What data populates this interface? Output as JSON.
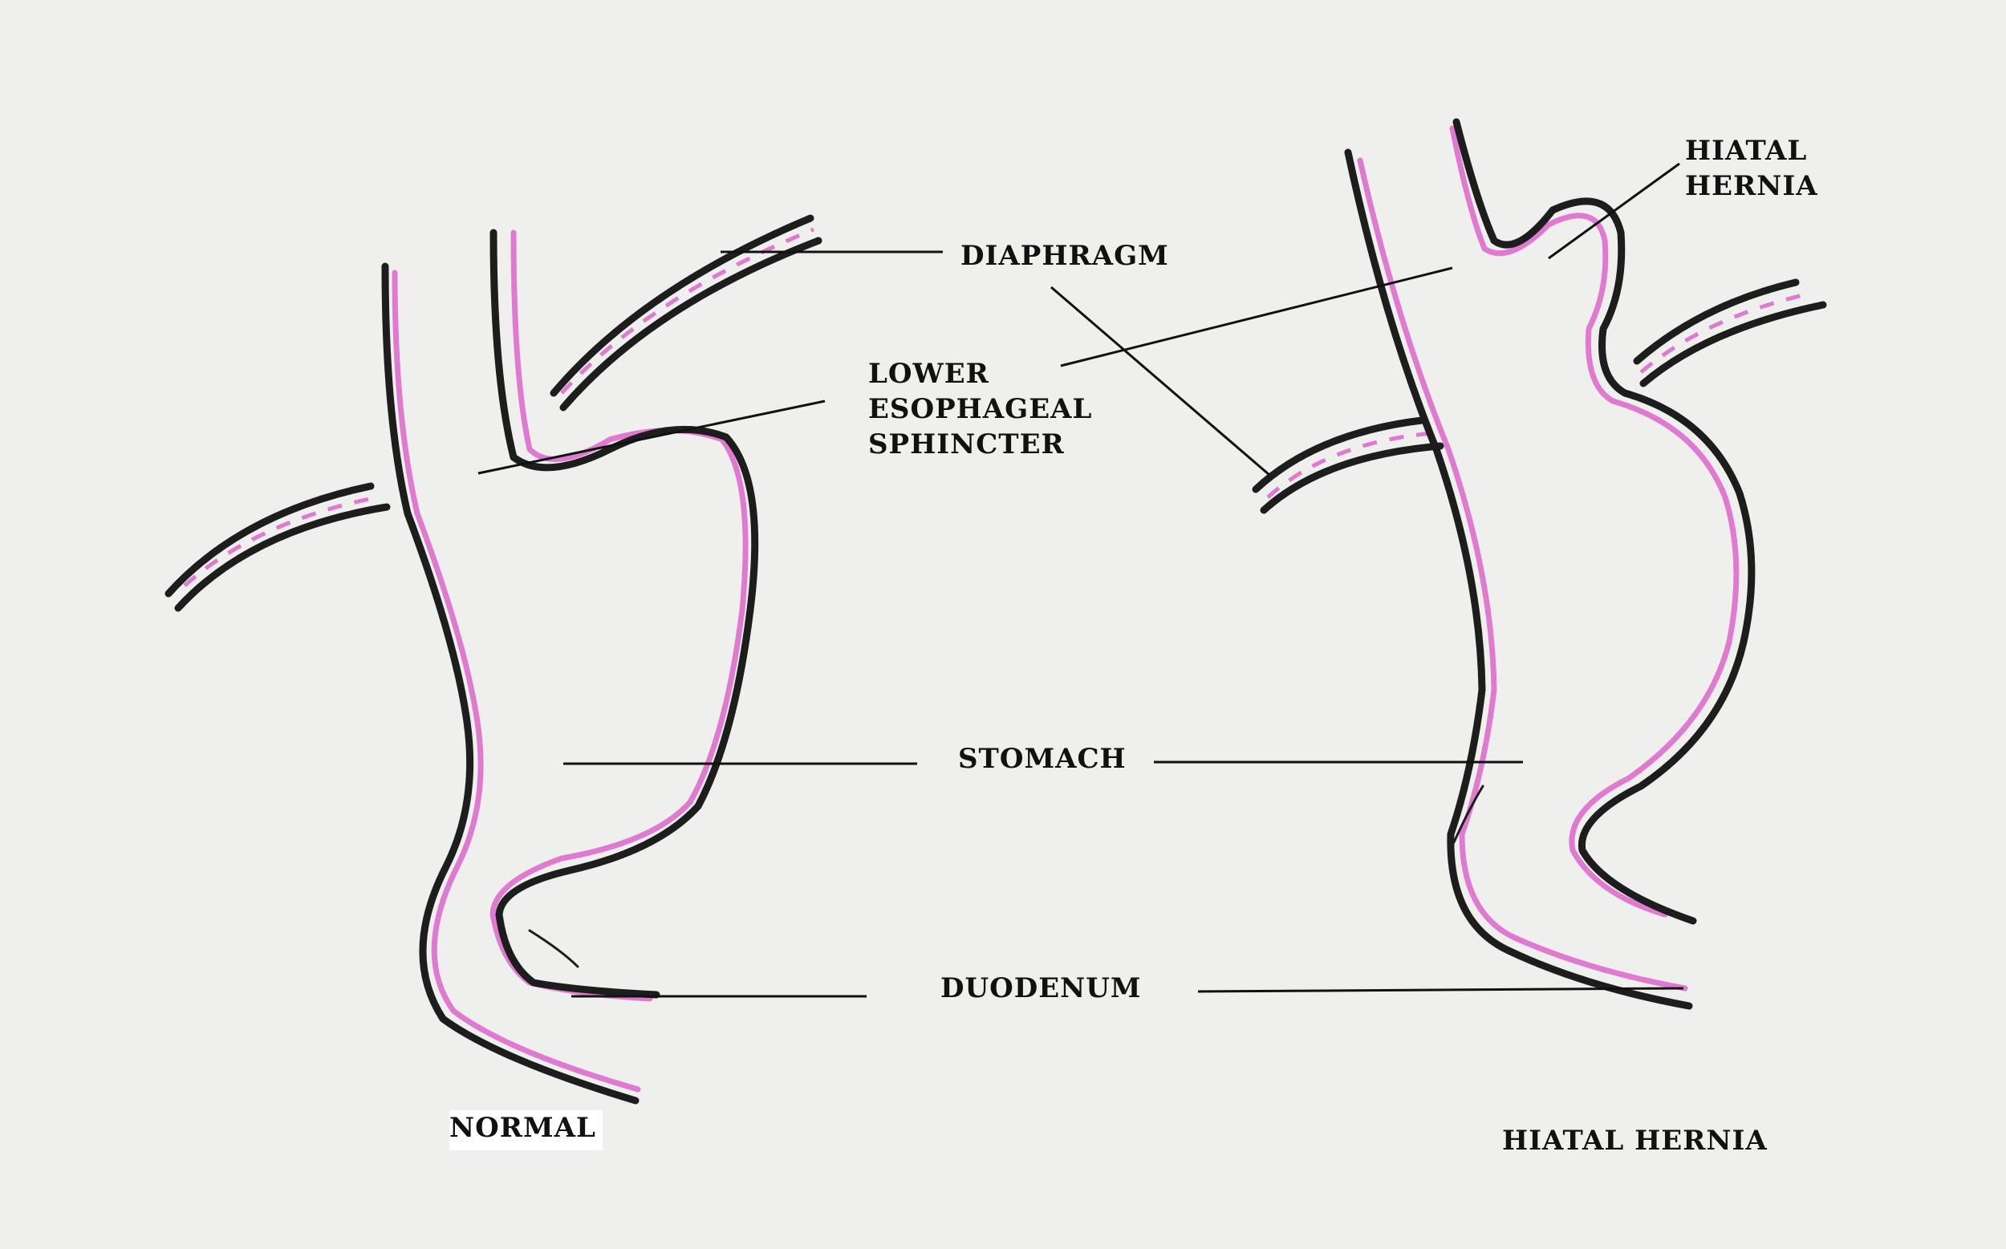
{
  "labels": {
    "diaphragm": "DIAPHRAGM",
    "les_line1": "LOWER",
    "les_line2": "ESOPHAGEAL",
    "les_line3": "SPHINCTER",
    "stomach": "STOMACH",
    "duodenum": "DUODENUM",
    "hiatal_top_line1": "HIATAL",
    "hiatal_top_line2": "HERNIA"
  },
  "captions": {
    "normal": "NORMAL",
    "hiatal": "HIATAL HERNIA"
  },
  "colors": {
    "background": "#efefed",
    "outline": "#1d1d1d",
    "lining": "#e07ad0",
    "text": "#111111"
  }
}
